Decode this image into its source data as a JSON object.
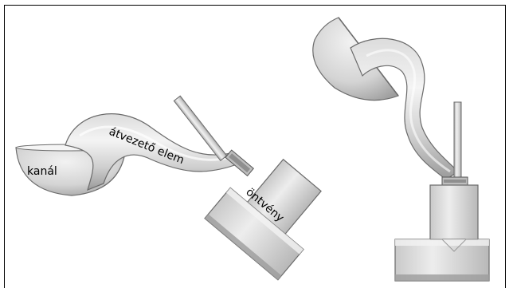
{
  "labels": {
    "ladle": "kanál",
    "transfer_element": "átvezető elem",
    "casting": "öntvény"
  },
  "colors": {
    "frame": "#000000",
    "metal_light": "#ececec",
    "metal_mid": "#cfcfcf",
    "metal_dark": "#8a8a8a",
    "outline": "#6b6b6b"
  }
}
